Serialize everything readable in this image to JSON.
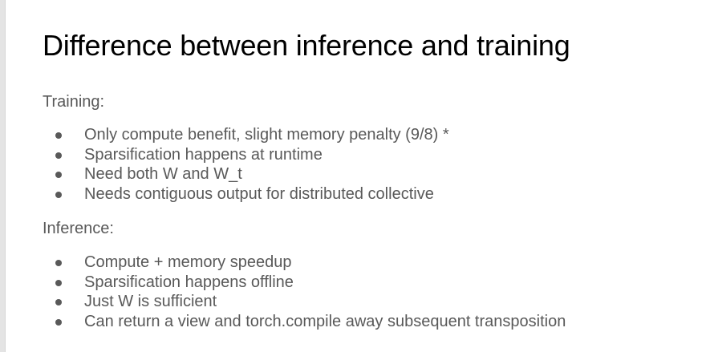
{
  "slide": {
    "title": "Difference between inference and training",
    "training": {
      "label": "Training:",
      "items": [
        "Only compute benefit, slight memory penalty (9/8) *",
        "Sparsification happens at runtime",
        "Need both W and W_t",
        "Needs contiguous output for distributed collective"
      ]
    },
    "inference": {
      "label": "Inference:",
      "items": [
        "Compute + memory speedup",
        "Sparsification happens offline",
        "Just W is sufficient",
        "Can return a view and torch.compile away subsequent transposition"
      ]
    }
  }
}
